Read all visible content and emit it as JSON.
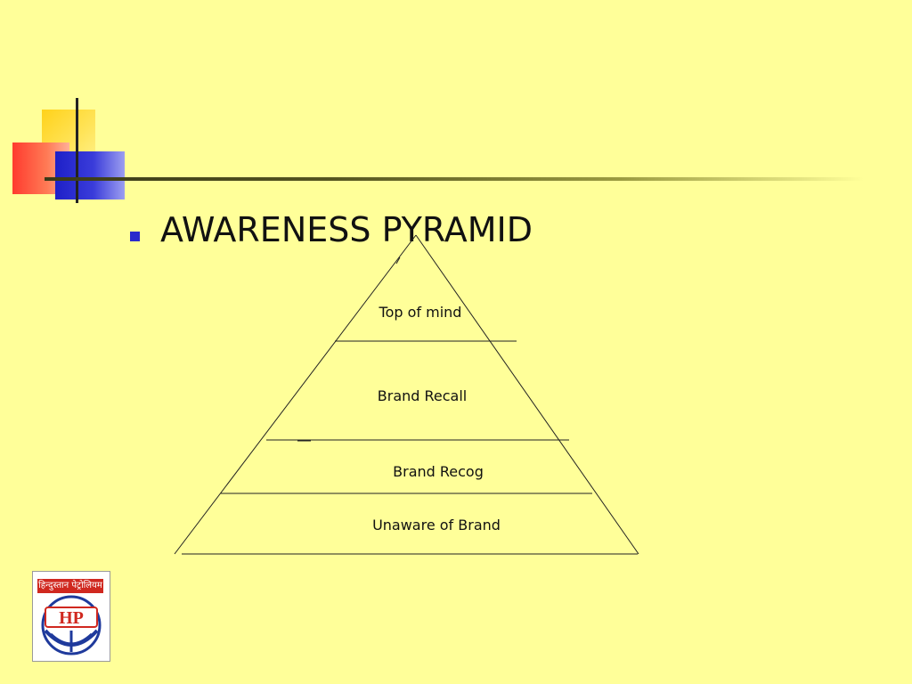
{
  "slide": {
    "title": "AWARENESS PYRAMID"
  },
  "pyramid": {
    "levels": [
      {
        "label": "Top of mind"
      },
      {
        "label": "Brand Recall"
      },
      {
        "label": "Brand Recog"
      },
      {
        "label": "Unaware of Brand"
      }
    ]
  },
  "logo": {
    "banner_text": "हिन्दुस्तान पेट्रोलियम",
    "mark_text": "HP"
  },
  "colors": {
    "background": "#FFFF99",
    "bullet": "#2A2ACC",
    "logo_red": "#D0281F",
    "logo_blue": "#1F3A9C"
  },
  "icons": {
    "bullet": "square-bullet-icon",
    "logo": "hp-logo-icon"
  }
}
